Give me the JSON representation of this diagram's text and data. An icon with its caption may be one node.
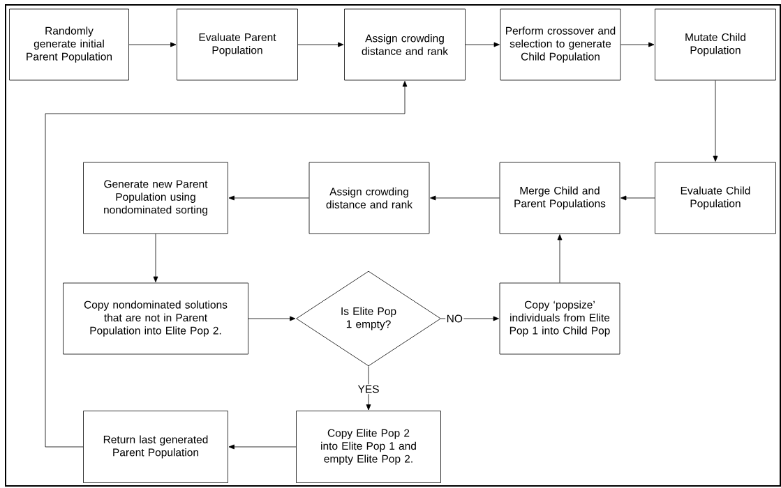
{
  "diagram": {
    "nodes": [
      {
        "text": [
          "Randomly generate initial Parent Population"
        ]
      },
      {
        "text": [
          "Evaluate Parent Population"
        ]
      },
      {
        "text": [
          "Assign crowding distance and rank"
        ]
      },
      {
        "text": [
          "Perform crossover and selection to generate Child Population"
        ]
      },
      {
        "text": [
          "Mutate Child Population"
        ]
      },
      {
        "text": [
          "Generate new Parent Population using nondominated sorting"
        ]
      },
      {
        "text": [
          "Assign crowding distance and rank"
        ]
      },
      {
        "text": [
          "Merge Child and Parent Populations"
        ]
      },
      {
        "text": [
          "Evaluate Child Population"
        ]
      },
      {
        "text": [
          "Copy nondominated solutions that are not in Parent Population into Elite Pop 2."
        ]
      },
      {
        "text": [
          "Is Elite Pop 1 empty?"
        ]
      },
      {
        "text": [
          "Copy ‘popsize’ individuals from Elite Pop 1 into Child Pop"
        ]
      },
      {
        "text": [
          "Copy Elite Pop 2 into Elite Pop 1 and empty Elite Pop 2."
        ]
      },
      {
        "text": [
          "Return last generated Parent Population"
        ]
      }
    ],
    "edges": [
      {
        "from": 0,
        "to": 1,
        "arrow": "to"
      },
      {
        "from": 1,
        "to": 2,
        "arrow": "to"
      },
      {
        "from": 2,
        "to": 3,
        "arrow": "to"
      },
      {
        "from": 3,
        "to": 4,
        "arrow": "to"
      },
      {
        "from": 4,
        "to": 8,
        "arrow": "to"
      },
      {
        "from": 8,
        "to": 7,
        "arrow": "to"
      },
      {
        "from": 7,
        "to": 6,
        "arrow": "to"
      },
      {
        "from": 6,
        "to": 5,
        "arrow": "to"
      },
      {
        "from": 5,
        "to": 9,
        "arrow": "to"
      },
      {
        "from": 9,
        "to": 10,
        "arrow": "to"
      },
      {
        "from": 10,
        "to": 11,
        "arrow": "to",
        "label": "NO"
      },
      {
        "from": 11,
        "to": 7,
        "arrow": "to"
      },
      {
        "from": 10,
        "to": 12,
        "arrow": "to",
        "label": "YES"
      },
      {
        "from": 12,
        "to": 13,
        "arrow": "to"
      },
      {
        "from": 13,
        "to": 2,
        "arrow": "to"
      }
    ]
  }
}
